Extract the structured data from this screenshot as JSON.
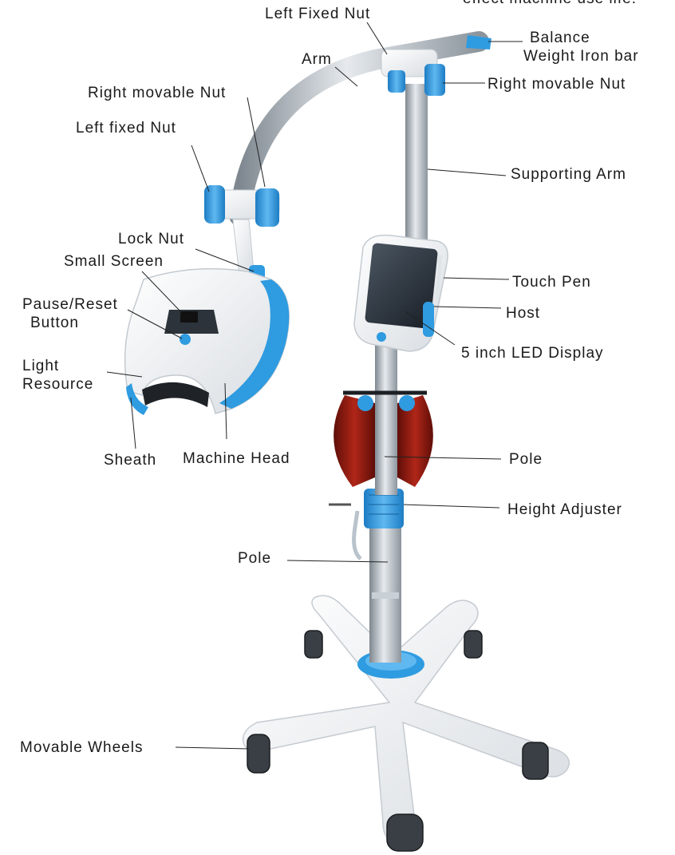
{
  "top_note": "effect machine use life.",
  "labels": {
    "left_fixed_nut_top": "Left Fixed Nut",
    "balance_weight": [
      "Balance",
      "Weight Iron bar"
    ],
    "arm": "Arm",
    "right_movable_nut_top": "Right movable Nut",
    "right_movable_nut_left": "Right movable Nut",
    "left_fixed_nut_left": "Left fixed Nut",
    "supporting_arm": "Supporting Arm",
    "lock_nut": "Lock Nut",
    "small_screen": "Small Screen",
    "touch_pen": "Touch Pen",
    "pause_reset": [
      "Pause/Reset",
      "Button"
    ],
    "host": "Host",
    "led_display": "5 inch LED Display",
    "light_resource": [
      "Light",
      "Resource"
    ],
    "sheath": "Sheath",
    "machine_head": "Machine Head",
    "pole_upper": "Pole",
    "height_adjuster": "Height Adjuster",
    "pole_lower": "Pole",
    "movable_wheels": "Movable Wheels"
  },
  "colors": {
    "accent_blue": "#2f9be0",
    "body_white": "#f2f4f6",
    "steel": "#9aa3ab",
    "bag_red": "#8a1a12"
  }
}
